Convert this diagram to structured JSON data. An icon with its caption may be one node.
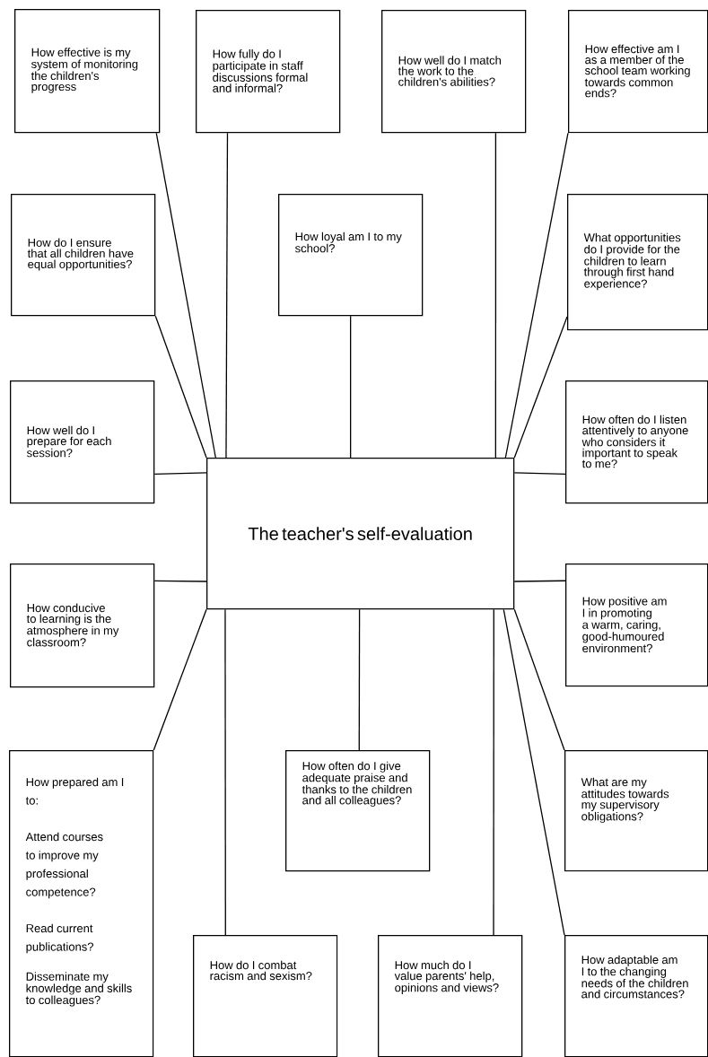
{
  "diagram": {
    "nodes": [
      {
        "text": [
          "The teacher's self-evaluation"
        ]
      },
      {
        "text": [
          "How effective is my system of monitoring the children's progress"
        ]
      },
      {
        "text": [
          "How fully do I participate in staff discussions formal and informal?"
        ]
      },
      {
        "text": [
          "How well do I match the work to the children's abilities?"
        ]
      },
      {
        "text": [
          "How effective am I as a member of the school team working towards common ends?"
        ]
      },
      {
        "text": [
          "How do I ensure that all children have equal opportunities?"
        ]
      },
      {
        "text": [
          "How loyal am I to my school?"
        ]
      },
      {
        "text": [
          "What opportunities do I provide for the children to learn through first hand experience?"
        ]
      },
      {
        "text": [
          "How well do I prepare for each session?"
        ]
      },
      {
        "text": [
          "How often do I listen attentively to anyone who considers it important to speak to me?"
        ]
      },
      {
        "text": [
          "How conducive to learning is the atmosphere in my classroom?"
        ]
      },
      {
        "text": [
          "How positive am I in promoting a warm, caring, good-humoured environment?"
        ]
      },
      {
        "text": [
          "How prepared am I to:",
          "Attend courses to improve my professional competence?",
          "Read current publications?",
          "Disseminate my knowledge and skills to colleagues?"
        ]
      },
      {
        "text": [
          "How often do I give adequate praise and thanks to the children and all colleagues?"
        ]
      },
      {
        "text": [
          "What are my attitudes towards my supervisory obligations?"
        ]
      },
      {
        "text": [
          "How do I combat racism and sexism?"
        ]
      },
      {
        "text": [
          "How much do I value parents' help, opinions and views?"
        ]
      },
      {
        "text": [
          "How adaptable am I to the changing needs of the children and circumstances?"
        ]
      }
    ],
    "edges": [
      {
        "from": 1,
        "to": 0,
        "arrow": "none"
      },
      {
        "from": 2,
        "to": 0,
        "arrow": "none"
      },
      {
        "from": 3,
        "to": 0,
        "arrow": "none"
      },
      {
        "from": 4,
        "to": 0,
        "arrow": "none"
      },
      {
        "from": 5,
        "to": 0,
        "arrow": "none"
      },
      {
        "from": 6,
        "to": 0,
        "arrow": "none"
      },
      {
        "from": 7,
        "to": 0,
        "arrow": "none"
      },
      {
        "from": 8,
        "to": 0,
        "arrow": "none"
      },
      {
        "from": 9,
        "to": 0,
        "arrow": "none"
      },
      {
        "from": 10,
        "to": 0,
        "arrow": "none"
      },
      {
        "from": 11,
        "to": 0,
        "arrow": "none"
      },
      {
        "from": 12,
        "to": 0,
        "arrow": "none"
      },
      {
        "from": 13,
        "to": 0,
        "arrow": "none"
      },
      {
        "from": 14,
        "to": 0,
        "arrow": "none"
      },
      {
        "from": 15,
        "to": 0,
        "arrow": "none"
      },
      {
        "from": 16,
        "to": 0,
        "arrow": "none"
      },
      {
        "from": 17,
        "to": 0,
        "arrow": "none"
      }
    ]
  }
}
